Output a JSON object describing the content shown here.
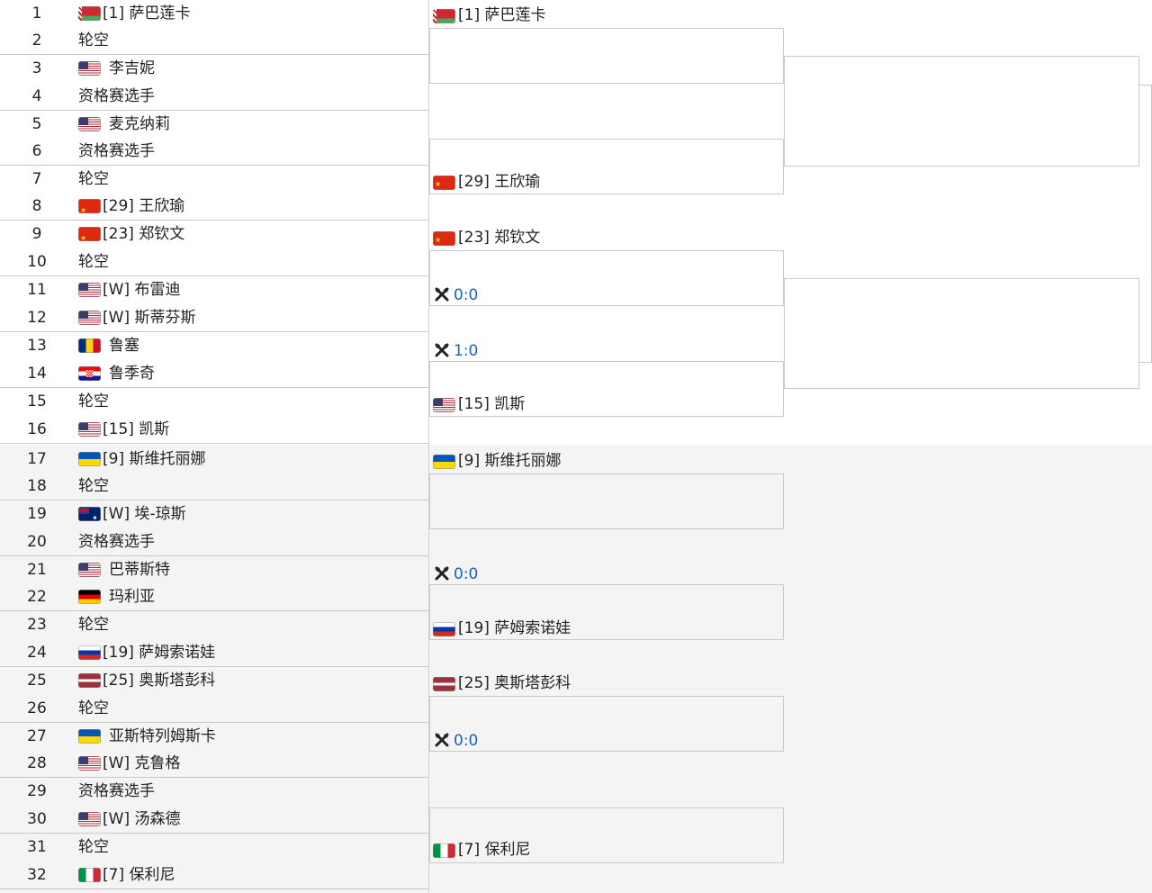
{
  "draw": [
    {
      "num": "1",
      "name": "[1] 萨巴莲卡",
      "flag": "by"
    },
    {
      "num": "2",
      "name": "轮空",
      "flag": ""
    },
    {
      "num": "3",
      "name": "李吉妮",
      "flag": "us"
    },
    {
      "num": "4",
      "name": "资格赛选手",
      "flag": ""
    },
    {
      "num": "5",
      "name": "麦克纳莉",
      "flag": "us"
    },
    {
      "num": "6",
      "name": "资格赛选手",
      "flag": ""
    },
    {
      "num": "7",
      "name": "轮空",
      "flag": ""
    },
    {
      "num": "8",
      "name": "[29] 王欣瑜",
      "flag": "cn"
    },
    {
      "num": "9",
      "name": "[23] 郑钦文",
      "flag": "cn"
    },
    {
      "num": "10",
      "name": "轮空",
      "flag": ""
    },
    {
      "num": "11",
      "name": "[W] 布雷迪",
      "flag": "us"
    },
    {
      "num": "12",
      "name": "[W] 斯蒂芬斯",
      "flag": "us"
    },
    {
      "num": "13",
      "name": "鲁塞",
      "flag": "ro"
    },
    {
      "num": "14",
      "name": "鲁季奇",
      "flag": "hr"
    },
    {
      "num": "15",
      "name": "轮空",
      "flag": ""
    },
    {
      "num": "16",
      "name": "[15] 凯斯",
      "flag": "us"
    },
    {
      "num": "17",
      "name": "[9] 斯维托丽娜",
      "flag": "ua"
    },
    {
      "num": "18",
      "name": "轮空",
      "flag": ""
    },
    {
      "num": "19",
      "name": "[W] 埃-琼斯",
      "flag": "au"
    },
    {
      "num": "20",
      "name": "资格赛选手",
      "flag": ""
    },
    {
      "num": "21",
      "name": "巴蒂斯特",
      "flag": "us"
    },
    {
      "num": "22",
      "name": "玛利亚",
      "flag": "de"
    },
    {
      "num": "23",
      "name": "轮空",
      "flag": ""
    },
    {
      "num": "24",
      "name": "[19] 萨姆索诺娃",
      "flag": "ru"
    },
    {
      "num": "25",
      "name": "[25] 奥斯塔彭科",
      "flag": "lv"
    },
    {
      "num": "26",
      "name": "轮空",
      "flag": ""
    },
    {
      "num": "27",
      "name": "亚斯特列姆斯卡",
      "flag": "ua"
    },
    {
      "num": "28",
      "name": "[W] 克鲁格",
      "flag": "us"
    },
    {
      "num": "29",
      "name": "资格赛选手",
      "flag": ""
    },
    {
      "num": "30",
      "name": "[W] 汤森德",
      "flag": "us"
    },
    {
      "num": "31",
      "name": "轮空",
      "flag": ""
    },
    {
      "num": "32",
      "name": "[7] 保利尼",
      "flag": "it"
    }
  ],
  "round2": [
    {
      "type": "player",
      "name": "[1] 萨巴莲卡",
      "flag": "by"
    },
    {
      "type": "player",
      "name": "[29] 王欣瑜",
      "flag": "cn"
    },
    {
      "type": "player",
      "name": "[23] 郑钦文",
      "flag": "cn"
    },
    {
      "type": "match",
      "score": "0:0",
      "icon": "crossed-rackets-icon"
    },
    {
      "type": "match",
      "score": "1:0",
      "icon": "crossed-rackets-icon"
    },
    {
      "type": "player",
      "name": "[15] 凯斯",
      "flag": "us"
    },
    {
      "type": "player",
      "name": "[9] 斯维托丽娜",
      "flag": "ua"
    },
    {
      "type": "match",
      "score": "0:0",
      "icon": "crossed-rackets-icon"
    },
    {
      "type": "player",
      "name": "[19] 萨姆索诺娃",
      "flag": "ru"
    },
    {
      "type": "player",
      "name": "[25] 奥斯塔彭科",
      "flag": "lv"
    },
    {
      "type": "match",
      "score": "0:0",
      "icon": "crossed-rackets-icon"
    },
    {
      "type": "player",
      "name": "[7] 保利尼",
      "flag": "it"
    }
  ],
  "colors": {
    "score": "#1f5fbf",
    "line": "#c9c9c9",
    "bottom_bg": "#f4f4f4"
  }
}
